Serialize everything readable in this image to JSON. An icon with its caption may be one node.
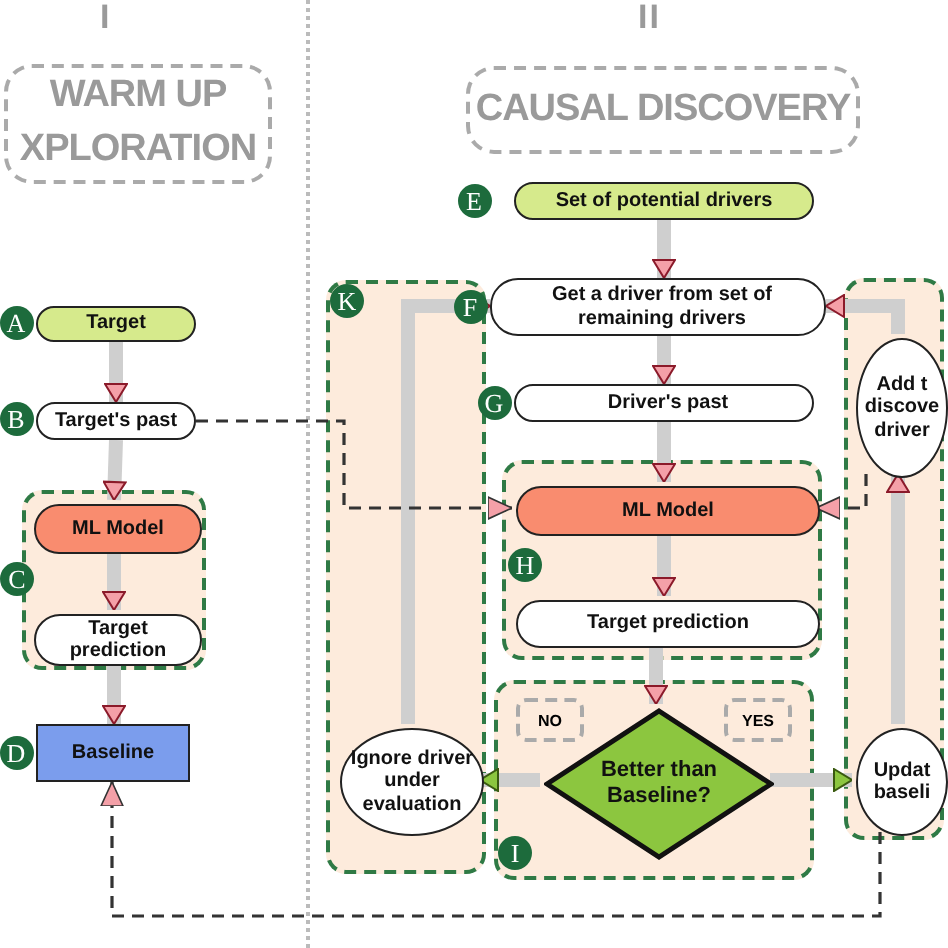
{
  "diagram": {
    "nodes": [
      {
        "text": [
          "WARM UP XPLORATION"
        ]
      },
      {
        "text": [
          "CAUSAL DISCOVERY"
        ]
      },
      {
        "text": [
          "Target"
        ],
        "beside": [
          "A"
        ]
      },
      {
        "text": [
          "Target's past"
        ],
        "beside": [
          "B"
        ]
      },
      {
        "text": [],
        "shape": "box",
        "beside": [
          "C"
        ]
      },
      {
        "text": [
          "ML Model"
        ],
        "in": 4
      },
      {
        "text": [
          "Target prediction"
        ],
        "in": 4
      },
      {
        "text": [
          "Baseline"
        ],
        "beside": [
          "D"
        ]
      },
      {
        "text": [
          "Set of potential drivers"
        ],
        "beside": [
          "E"
        ]
      },
      {
        "text": [
          "Get a driver from set of remaining drivers"
        ],
        "beside": [
          "F"
        ]
      },
      {
        "text": [
          "Driver's past"
        ],
        "beside": [
          "G"
        ]
      },
      {
        "text": [],
        "shape": "box",
        "beside": [
          "H"
        ]
      },
      {
        "text": [
          "ML Model"
        ],
        "in": 11
      },
      {
        "text": [
          "Target prediction"
        ],
        "in": 11
      },
      {
        "text": [],
        "shape": "box",
        "beside": [
          "I"
        ]
      },
      {
        "text": [
          "Better than Baseline?"
        ],
        "in": 14
      },
      {
        "text": [],
        "shape": "box",
        "beside": [
          "K"
        ]
      },
      {
        "text": [
          "Ignore driver under evaluation"
        ],
        "in": 16
      },
      {
        "text": [],
        "shape": "box"
      },
      {
        "text": [
          "Add t discove driver"
        ],
        "in": 18
      },
      {
        "text": [
          "Updat baseli"
        ],
        "in": 18
      }
    ],
    "edges": [
      {
        "from": 2,
        "to": 3,
        "arrow": "to"
      },
      {
        "from": 3,
        "to": 5,
        "arrow": "to"
      },
      {
        "from": 5,
        "to": 6,
        "arrow": "to"
      },
      {
        "from": 6,
        "to": 7,
        "arrow": "to"
      },
      {
        "from": 8,
        "to": 9,
        "arrow": "to"
      },
      {
        "from": 9,
        "to": 10,
        "arrow": "to"
      },
      {
        "from": 10,
        "to": 12,
        "arrow": "to"
      },
      {
        "from": 12,
        "to": 13,
        "arrow": "to"
      },
      {
        "from": 13,
        "to": 15,
        "arrow": "to"
      },
      {
        "from": 15,
        "to": 17,
        "arrow": "to"
      },
      {
        "from": 15,
        "to": 20,
        "arrow": "to"
      },
      {
        "from": 17,
        "to": 9,
        "arrow": "to"
      },
      {
        "from": 20,
        "to": 19,
        "arrow": "to"
      },
      {
        "from": 19,
        "to": 9,
        "arrow": "to"
      },
      {
        "from": 3,
        "to": 12,
        "arrow": "to",
        "style": "dashed",
        "color": "#333333"
      },
      {
        "from": 19,
        "to": 12,
        "arrow": "to",
        "style": "dashed",
        "color": "#333333"
      },
      {
        "from": 20,
        "to": 7,
        "arrow": "to",
        "style": "dashed",
        "color": "#333333"
      }
    ],
    "labels": [
      "I",
      "II",
      "NO",
      "YES"
    ]
  }
}
